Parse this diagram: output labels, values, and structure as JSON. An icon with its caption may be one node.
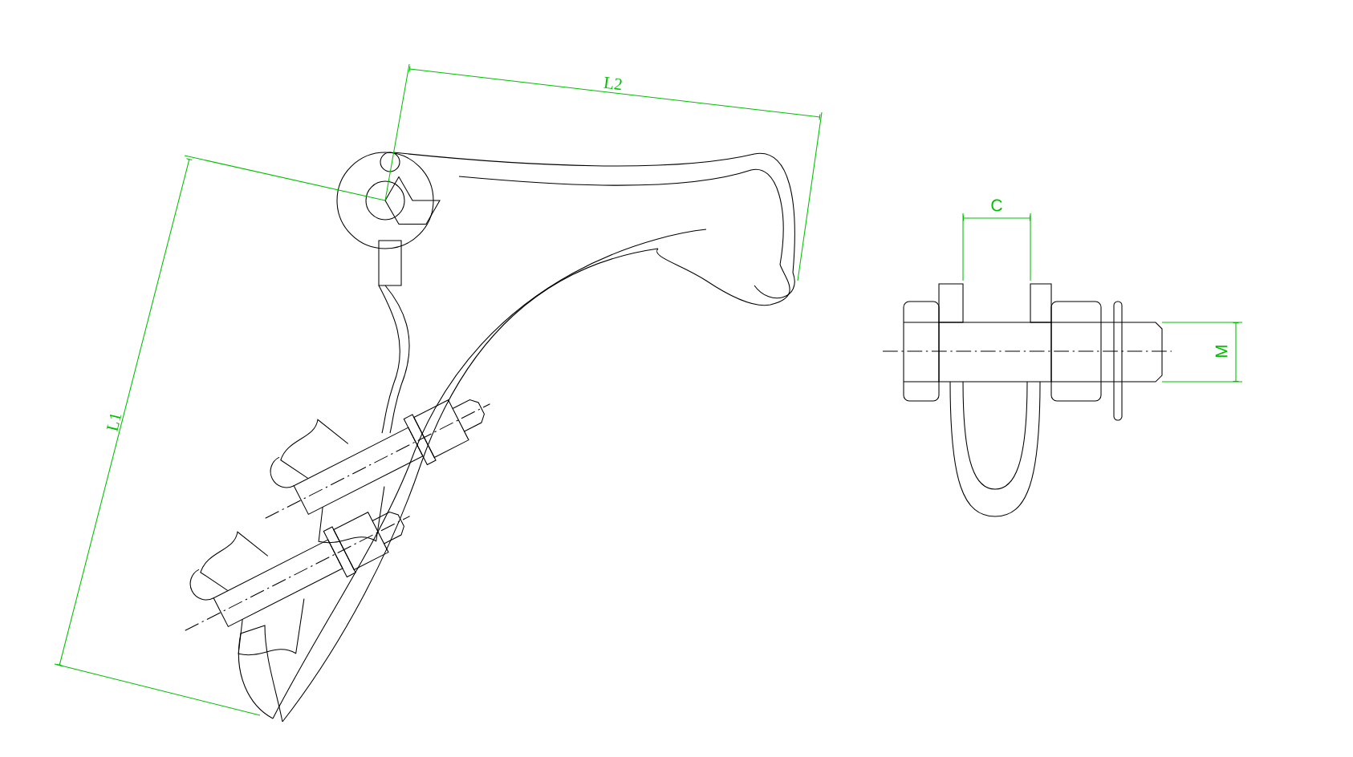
{
  "diagram": {
    "labels": [
      "L2",
      "C",
      "M",
      "L1"
    ]
  }
}
